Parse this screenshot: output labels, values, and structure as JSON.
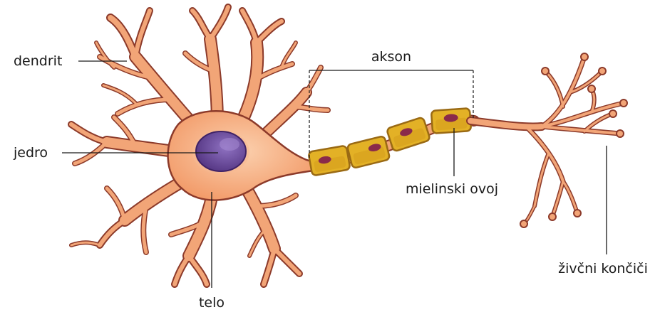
{
  "labels": {
    "dendrite": "dendrit",
    "nucleus": "jedro",
    "axon": "akson",
    "cell_body": "telo",
    "myelin_sheath": "mielinski ovoj",
    "nerve_endings": "živčni končiči"
  },
  "colors": {
    "membrane": "#f2a577",
    "membrane_outline": "#8c3a2a",
    "cell_body_light": "#f7c19a",
    "nucleus": "#6a4a9a",
    "myelin": "#e3b126",
    "myelin_outline": "#9a6a14",
    "schwann_nucleus": "#8a2a4a"
  }
}
